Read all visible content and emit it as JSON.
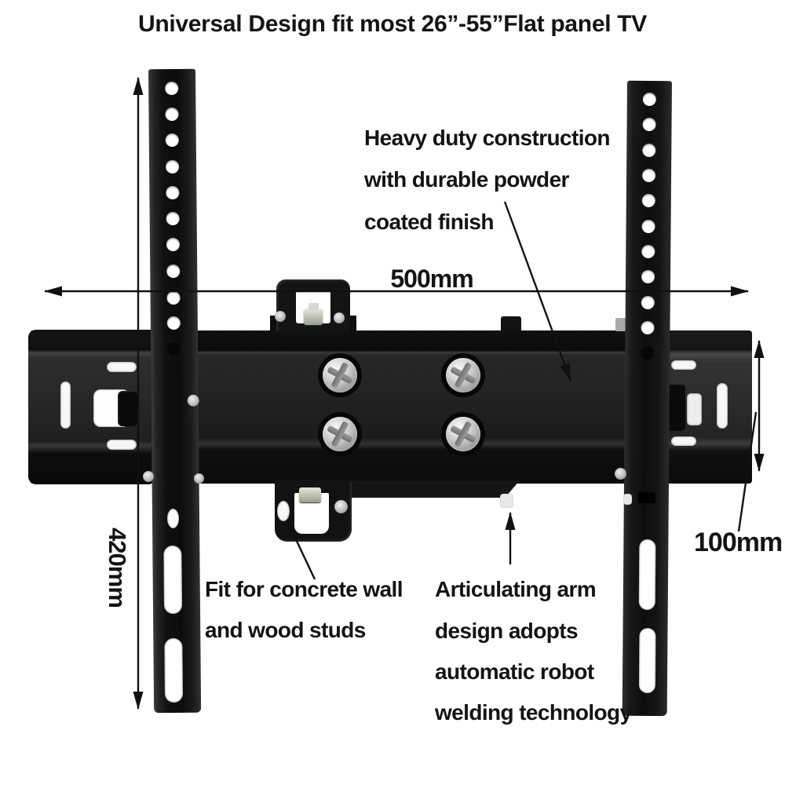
{
  "title": "Universal Design fit most 26”-55”Flat panel TV",
  "callouts": {
    "heavy_duty": [
      "Heavy duty construction",
      "with durable powder",
      "coated finish"
    ],
    "wall_fit": [
      "Fit for concrete wall",
      "and wood studs"
    ],
    "articulating": [
      "Articulating arm",
      "design adopts",
      "automatic robot",
      "welding technology"
    ]
  },
  "dimensions": {
    "width_label": "500mm",
    "height_label": "420mm",
    "depth_label": "100mm"
  },
  "colors": {
    "background": "#ffffff",
    "text": "#141414",
    "metal_black": "#161616",
    "metal_highlight": "#3a3a3a",
    "screw_silver": "#c9c9c9",
    "annotation_line": "#111111"
  }
}
